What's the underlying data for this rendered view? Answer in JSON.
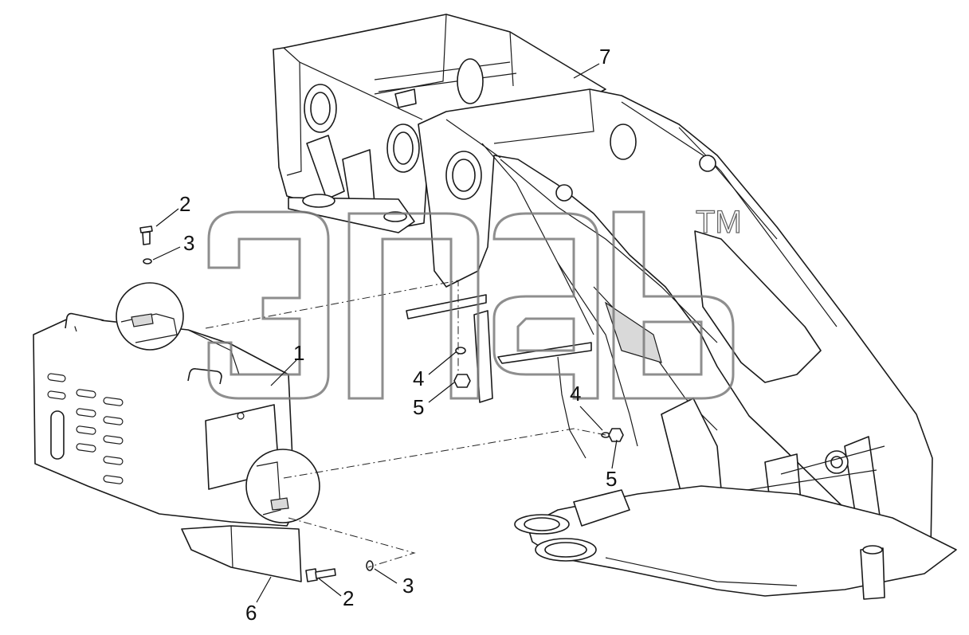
{
  "callouts": {
    "c1": "1",
    "c2a": "2",
    "c2b": "2",
    "c3a": "3",
    "c3b": "3",
    "c4a": "4",
    "c4b": "4",
    "c5a": "5",
    "c5b": "5",
    "c6": "6",
    "c7": "7"
  },
  "watermark": {
    "tm": "TM"
  }
}
